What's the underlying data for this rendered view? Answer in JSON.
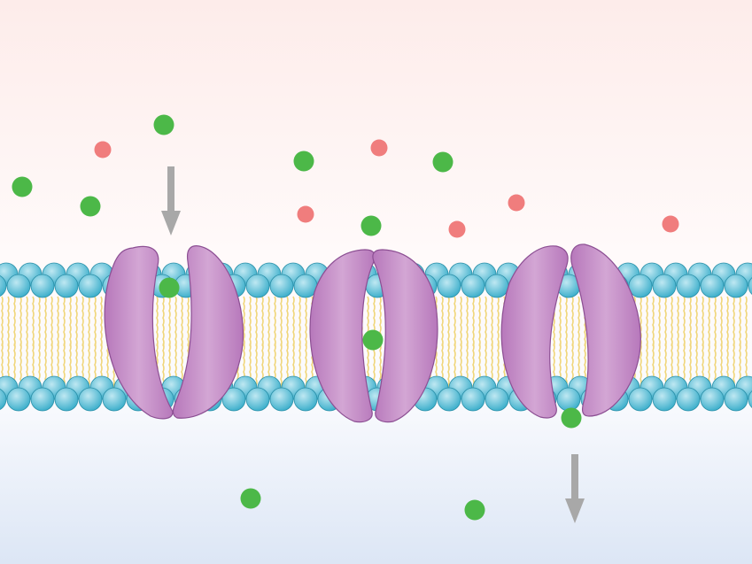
{
  "colors": {
    "background_top": "#fdecea",
    "background_bottom": "#dce6f5",
    "lipid_head": "#3fb0cc",
    "lipid_head_highlight": "#bfe8f2",
    "lipid_tail": "#f0d67a",
    "channel_fill": "#c189c4",
    "channel_stroke": "#8c4f93",
    "particle_green": "#4cb848",
    "particle_red": "#f07d7d",
    "arrow": "#a8a8a8"
  },
  "channels": [
    {
      "state": "open-top"
    },
    {
      "state": "closed"
    },
    {
      "state": "open-bottom"
    }
  ]
}
